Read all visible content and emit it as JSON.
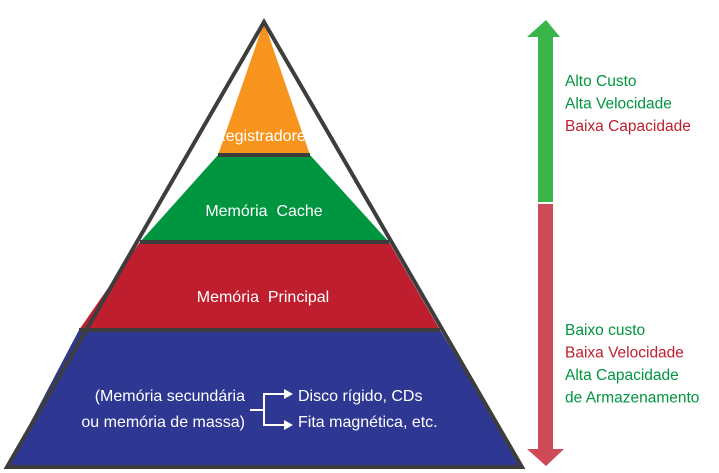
{
  "colors": {
    "outline": "#3d3d3d",
    "registradores": "#f7941d",
    "cache": "#00953f",
    "principal": "#be1e2d",
    "secundaria": "#2e3892",
    "arrow_up": "#39b54a",
    "arrow_down": "#cf4a57",
    "text_green": "#00953f",
    "text_red": "#be1e2d"
  },
  "pyramid": {
    "levels": [
      {
        "name": "registradores",
        "label": "Registradores"
      },
      {
        "name": "cache",
        "label": "Memória  Cache"
      },
      {
        "name": "principal",
        "label": "Memória  Principal"
      },
      {
        "name": "secundaria",
        "label_lines": [
          "(Memória secundária",
          "ou memória de massa)"
        ],
        "examples": [
          "Disco rígido, CDs",
          "Fita magnética, etc."
        ]
      }
    ]
  },
  "scale": {
    "top": {
      "lines": [
        {
          "text": "Alto Custo",
          "color": "green"
        },
        {
          "text": "Alta Velocidade",
          "color": "green"
        },
        {
          "text": "Baixa Capacidade",
          "color": "red"
        }
      ]
    },
    "bottom": {
      "lines": [
        {
          "text": "Baixo custo",
          "color": "green"
        },
        {
          "text": "Baixa Velocidade",
          "color": "red"
        },
        {
          "text": "Alta Capacidade",
          "color": "green"
        },
        {
          "text": "de Armazenamento",
          "color": "green"
        }
      ]
    }
  }
}
